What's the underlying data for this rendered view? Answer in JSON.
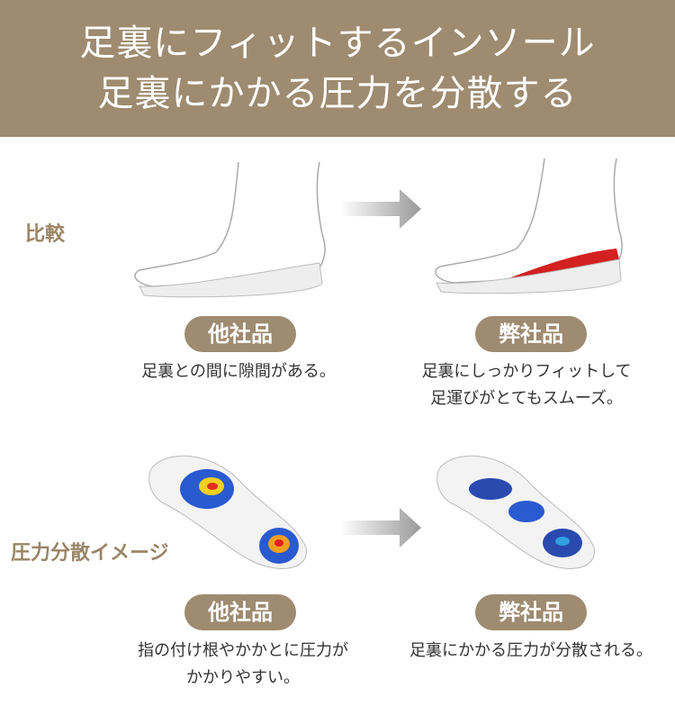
{
  "header": {
    "line1": "足裏にフィットするインソール",
    "line2": "足裏にかかる圧力を分散する"
  },
  "sections": [
    {
      "label": "比較",
      "left": {
        "badge": "他社品",
        "caption1": "足裏との間に隙間がある。",
        "caption2": ""
      },
      "right": {
        "badge": "弊社品",
        "caption1": "足裏にしっかりフィットして",
        "caption2": "足運びがとてもスムーズ。"
      }
    },
    {
      "label": "圧力分散イメージ",
      "left": {
        "badge": "他社品",
        "caption1": "指の付け根やかかとに圧力が",
        "caption2": "かかりやすい。"
      },
      "right": {
        "badge": "弊社品",
        "caption1": "足裏にかかる圧力が分散される。",
        "caption2": ""
      }
    }
  ],
  "colors": {
    "brand": "#9e8b70",
    "insole_red": "#d32020"
  }
}
